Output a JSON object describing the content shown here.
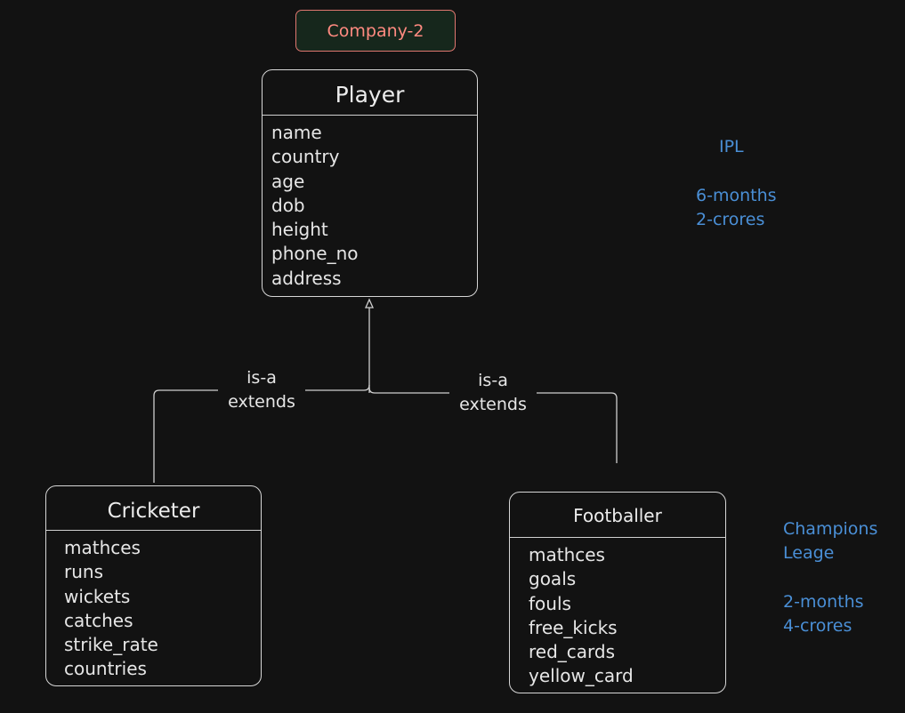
{
  "title": "Company-2",
  "classes": {
    "player": {
      "name": "Player",
      "attributes": [
        "name",
        "country",
        "age",
        "dob",
        "height",
        "phone_no",
        "address"
      ]
    },
    "cricketer": {
      "name": "Cricketer",
      "attributes": [
        "mathces",
        "runs",
        "wickets",
        "catches",
        "strike_rate",
        "countries"
      ]
    },
    "footballer": {
      "name": "Footballer",
      "attributes": [
        "mathces",
        "goals",
        "fouls",
        "free_kicks",
        "red_cards",
        "yellow_card"
      ]
    }
  },
  "relations": {
    "left": {
      "line1": "is-a",
      "line2": "extends"
    },
    "right": {
      "line1": "is-a",
      "line2": "extends"
    }
  },
  "notes": {
    "ipl": {
      "title": "IPL",
      "duration": "6-months",
      "price": "2-crores"
    },
    "champions": {
      "title1": "Champions",
      "title2": "Leage",
      "duration": "2-months",
      "price": "4-crores"
    }
  },
  "colors": {
    "background": "#121212",
    "title_stroke": "#e07770",
    "title_text": "#ff8a80",
    "note_text": "#4a8fd6",
    "stroke": "#d6d6d6"
  }
}
